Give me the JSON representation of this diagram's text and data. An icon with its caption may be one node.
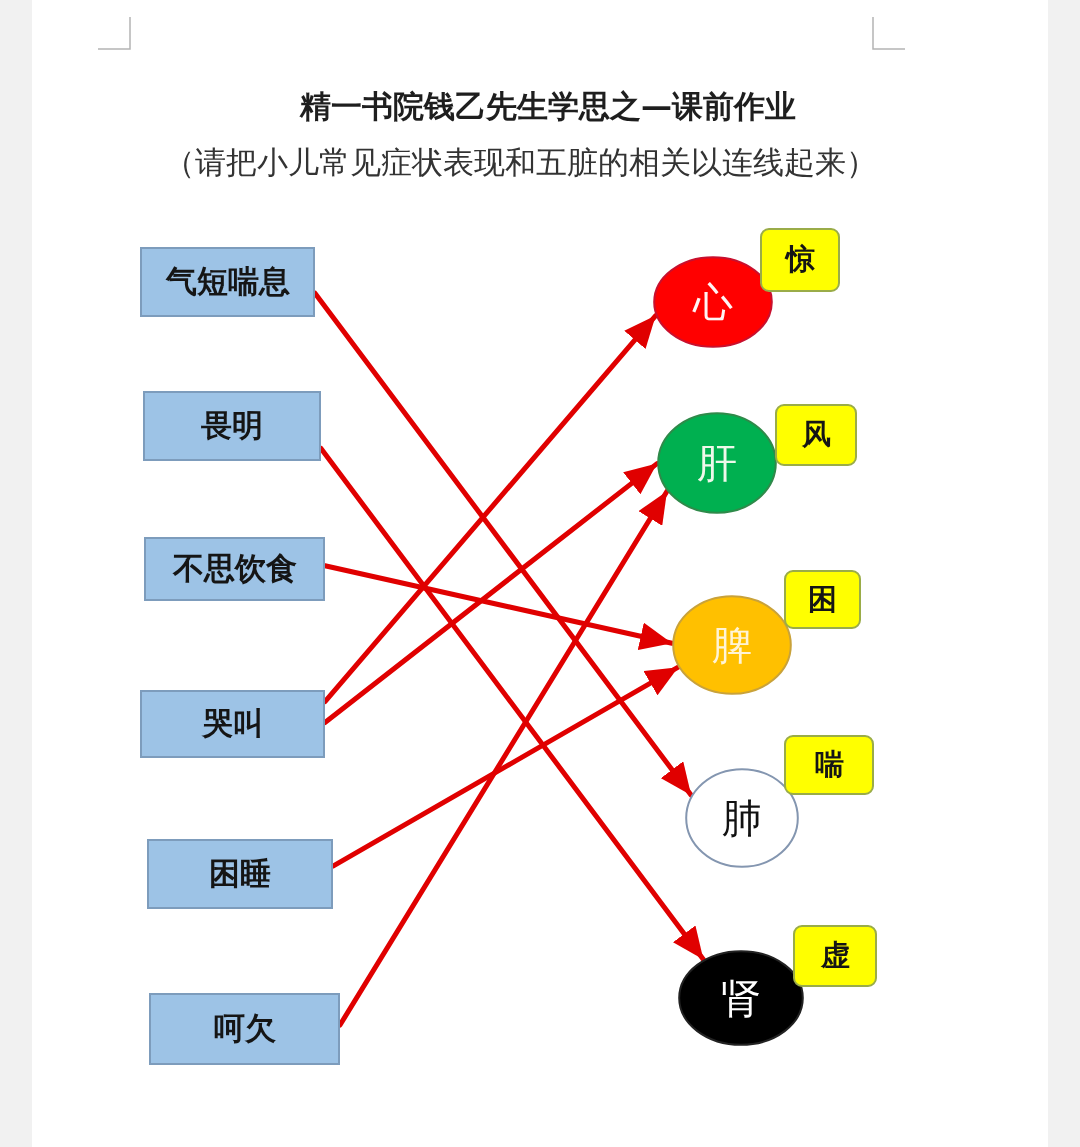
{
  "diagram": {
    "title": "精一书院钱乙先生学思之—课前作业",
    "nodes": [
      {
        "text": [
          "气短喘息"
        ]
      },
      {
        "text": [
          "畏明"
        ]
      },
      {
        "text": [
          "不思饮食"
        ]
      },
      {
        "text": [
          "哭叫"
        ]
      },
      {
        "text": [
          "困睡"
        ]
      },
      {
        "text": [
          "呵欠"
        ]
      },
      {
        "text": [
          "心"
        ]
      },
      {
        "text": [
          "惊"
        ]
      },
      {
        "text": [
          "肝"
        ]
      },
      {
        "text": [
          "风"
        ]
      },
      {
        "text": [
          "脾"
        ]
      },
      {
        "text": [
          "困"
        ]
      },
      {
        "text": [
          "肺"
        ]
      },
      {
        "text": [
          "喘"
        ]
      },
      {
        "text": [
          "肾"
        ]
      },
      {
        "text": [
          "虚"
        ]
      }
    ],
    "edges": [
      {
        "from": 0,
        "to": 12,
        "arrow": "to"
      },
      {
        "from": 1,
        "to": 14,
        "arrow": "to"
      },
      {
        "from": 2,
        "to": 10,
        "arrow": "to"
      },
      {
        "from": 3,
        "to": 6,
        "arrow": "to"
      },
      {
        "from": 3,
        "to": 8,
        "arrow": "to"
      },
      {
        "from": 4,
        "to": 10,
        "arrow": "to"
      },
      {
        "from": 5,
        "to": 8,
        "arrow": "to"
      }
    ],
    "labels": [
      "（请把小儿常见症状表现和五脏的相关以连线起来）"
    ]
  }
}
